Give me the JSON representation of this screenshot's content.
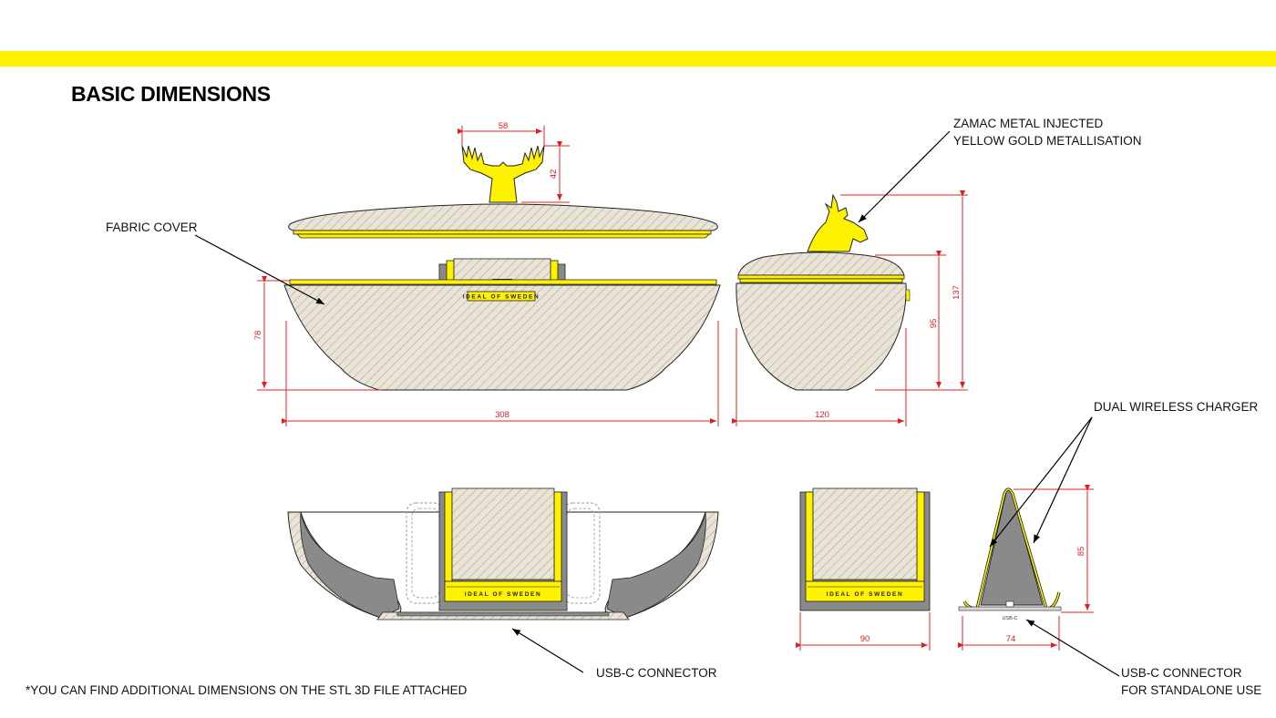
{
  "page": {
    "title": "BASIC DIMENSIONS",
    "footnote": "*YOU CAN FIND ADDITIONAL DIMENSIONS ON THE STL 3D FILE ATTACHED"
  },
  "callouts": {
    "zamac_line1": "ZAMAC METAL INJECTED",
    "zamac_line2": "YELLOW GOLD METALLISATION",
    "fabric_cover": "FABRIC COVER",
    "dual_charger": "DUAL WIRELESS CHARGER",
    "usbc_connector": "USB-C CONNECTOR",
    "usbc_standalone_line1": "USB-C CONNECTOR",
    "usbc_standalone_line2": "FOR STANDALONE USE"
  },
  "dimensions": {
    "antler_width": "58",
    "antler_height": "42",
    "bowl_height": "78",
    "bowl_width": "308",
    "side_width": "120",
    "side_body_height": "95",
    "side_total_height": "137",
    "charger_front_width": "90",
    "stand_depth": "74",
    "stand_height": "85"
  },
  "brand_labels": {
    "front": "IDEAL OF SWEDEN",
    "section": "IDEAL OF SWEDEN",
    "charger": "IDEAL OF SWEDEN"
  },
  "port_label": "USB-C",
  "colors": {
    "accent_yellow": "#fff200",
    "dimension_red": "#e02020",
    "fabric": "#e9e4d6",
    "shell_gray": "#8a8a8a"
  }
}
